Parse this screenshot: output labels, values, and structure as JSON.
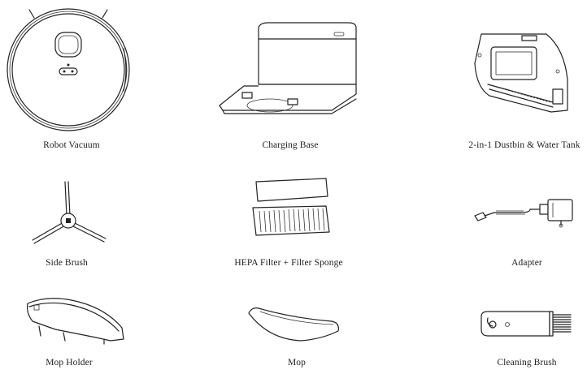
{
  "items": [
    {
      "name": "robot-vacuum",
      "label": "Robot Vacuum"
    },
    {
      "name": "charging-base",
      "label": "Charging Base"
    },
    {
      "name": "dustbin-water-tank",
      "label": "2-in-1 Dustbin & Water Tank"
    },
    {
      "name": "side-brush",
      "label": "Side Brush"
    },
    {
      "name": "hepa-filter",
      "label": "HEPA Filter + Filter Sponge"
    },
    {
      "name": "adapter",
      "label": "Adapter"
    },
    {
      "name": "mop-holder",
      "label": "Mop Holder"
    },
    {
      "name": "mop",
      "label": "Mop"
    },
    {
      "name": "cleaning-brush",
      "label": "Cleaning Brush"
    }
  ],
  "colors": {
    "line": "#222222",
    "background": "#ffffff"
  }
}
